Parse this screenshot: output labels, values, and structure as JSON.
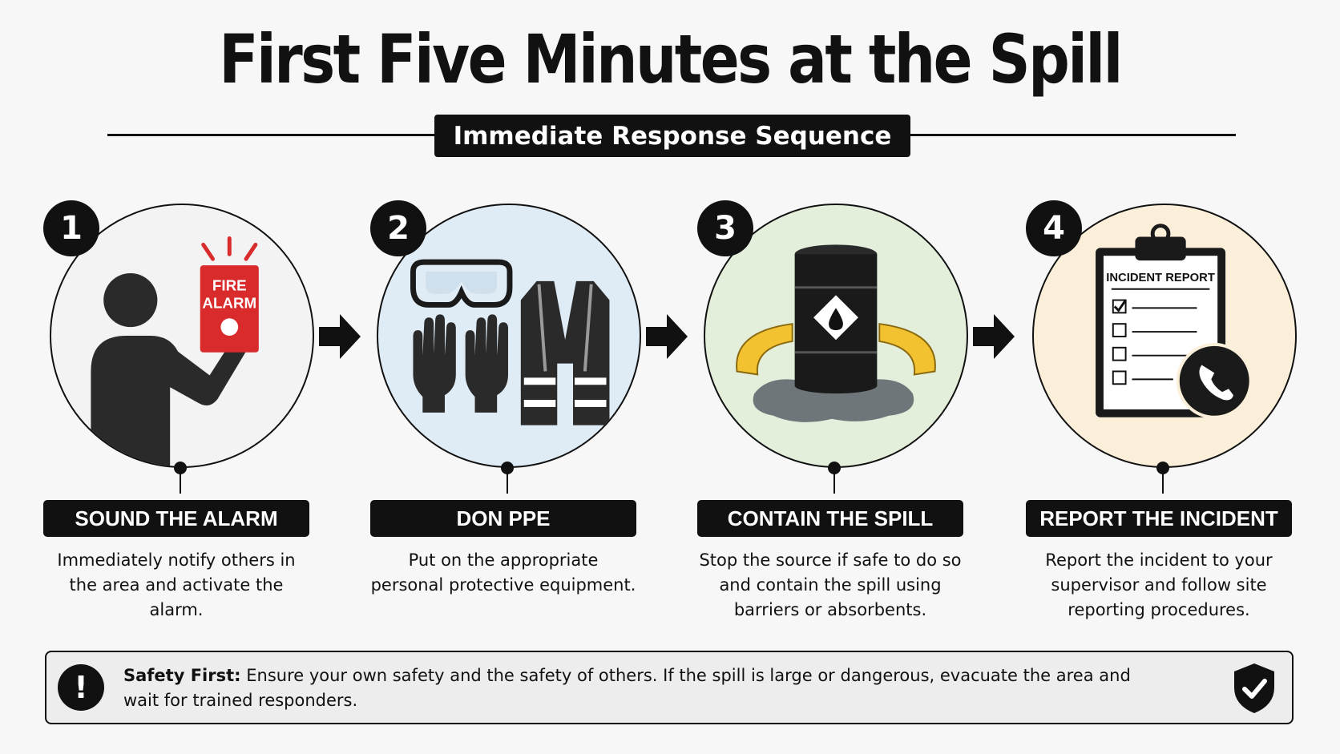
{
  "header": {
    "title": "First Five Minutes at the Spill",
    "subtitle": "Immediate Response Sequence"
  },
  "steps": [
    {
      "number": "1",
      "label": "SOUND THE ALARM",
      "description": "Immediately notify others in the area and activate the alarm.",
      "icon_text_line1": "FIRE",
      "icon_text_line2": "ALARM",
      "bg_color": "#f3f3f3"
    },
    {
      "number": "2",
      "label": "DON PPE",
      "description": "Put on the appropriate personal protective equipment.",
      "bg_color": "#e0ecf5"
    },
    {
      "number": "3",
      "label": "CONTAIN THE SPILL",
      "description": "Stop the source if safe to do so and contain the spill using barriers or absorbents.",
      "bg_color": "#e3eedb"
    },
    {
      "number": "4",
      "label": "REPORT THE INCIDENT",
      "description": "Report the incident to your supervisor and follow site reporting procedures.",
      "icon_text": "INCIDENT REPORT",
      "bg_color": "#fbefda"
    }
  ],
  "banner": {
    "lead": "Safety First:",
    "text": " Ensure your own safety and the safety of others. If the spill is large or dangerous, evacuate the area and wait for trained responders."
  },
  "colors": {
    "ink": "#111111",
    "alarm_red": "#d92b2b",
    "boom_yellow": "#f2c230"
  }
}
